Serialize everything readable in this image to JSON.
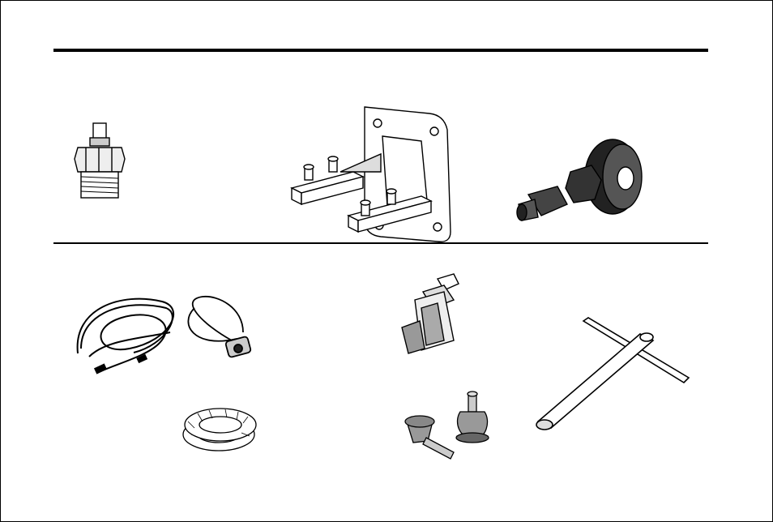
{
  "page": {
    "footer_marks": [
      "",
      ""
    ]
  },
  "parts": [
    {
      "id": "glow-plug",
      "icon": "glow-plug-icon"
    },
    {
      "id": "engine-mount",
      "icon": "engine-mount-icon"
    },
    {
      "id": "prop-adapter",
      "icon": "prop-adapter-icon"
    },
    {
      "id": "ignition-leads",
      "icon": "wire-leads-icon"
    },
    {
      "id": "heater-connector",
      "icon": "connector-icon"
    },
    {
      "id": "lock-washers",
      "icon": "lock-washer-icon"
    },
    {
      "id": "fuel-filter",
      "icon": "fuel-filter-icon"
    },
    {
      "id": "fuel-clunks",
      "icon": "clunk-weight-icon"
    },
    {
      "id": "t-wrench",
      "icon": "t-wrench-icon"
    }
  ],
  "colors": {
    "ink": "#000000",
    "paper": "#ffffff",
    "shade": "#888888"
  }
}
